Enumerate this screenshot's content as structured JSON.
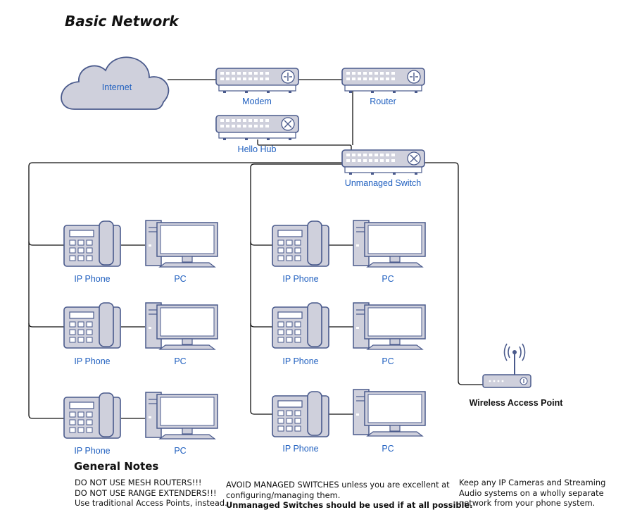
{
  "title": "Basic Network",
  "colors": {
    "device_fill": "#cfd0dc",
    "device_stroke": "#4a5a8c",
    "screen_fill": "#ffffff",
    "cloud_fill": "#cfd0dc",
    "line": "#111111",
    "label": "#1f5fbf"
  },
  "devices": {
    "internet": {
      "label": "Internet",
      "icon": "cloud-icon"
    },
    "modem": {
      "label": "Modem",
      "icon": "modem-icon"
    },
    "router": {
      "label": "Router",
      "icon": "router-icon"
    },
    "hub": {
      "label": "Hello Hub",
      "icon": "hub-icon"
    },
    "switch": {
      "label": "Unmanaged Switch",
      "icon": "switch-icon"
    },
    "wap": {
      "label": "Wireless Access Point",
      "icon": "wireless-router-icon"
    }
  },
  "workstations": [
    {
      "phone_label": "IP Phone",
      "pc_label": "PC"
    },
    {
      "phone_label": "IP Phone",
      "pc_label": "PC"
    },
    {
      "phone_label": "IP Phone",
      "pc_label": "PC"
    },
    {
      "phone_label": "IP Phone",
      "pc_label": "PC"
    },
    {
      "phone_label": "IP Phone",
      "pc_label": "PC"
    },
    {
      "phone_label": "IP Phone",
      "pc_label": "PC"
    }
  ],
  "notes": {
    "title": "General Notes",
    "col1": [
      "DO NOT USE MESH ROUTERS!!!",
      "DO NOT USE RANGE EXTENDERS!!!",
      "Use traditional Access Points, instead."
    ],
    "col2": [
      "AVOID MANAGED SWITCHES unless you are excellent at",
      "configuring/managing them."
    ],
    "col2_bold": "Unmanaged Switches should be used if at all possible.",
    "col3": [
      "Keep any IP Cameras and Streaming",
      "Audio systems on a wholly separate",
      "network from your phone system."
    ]
  }
}
